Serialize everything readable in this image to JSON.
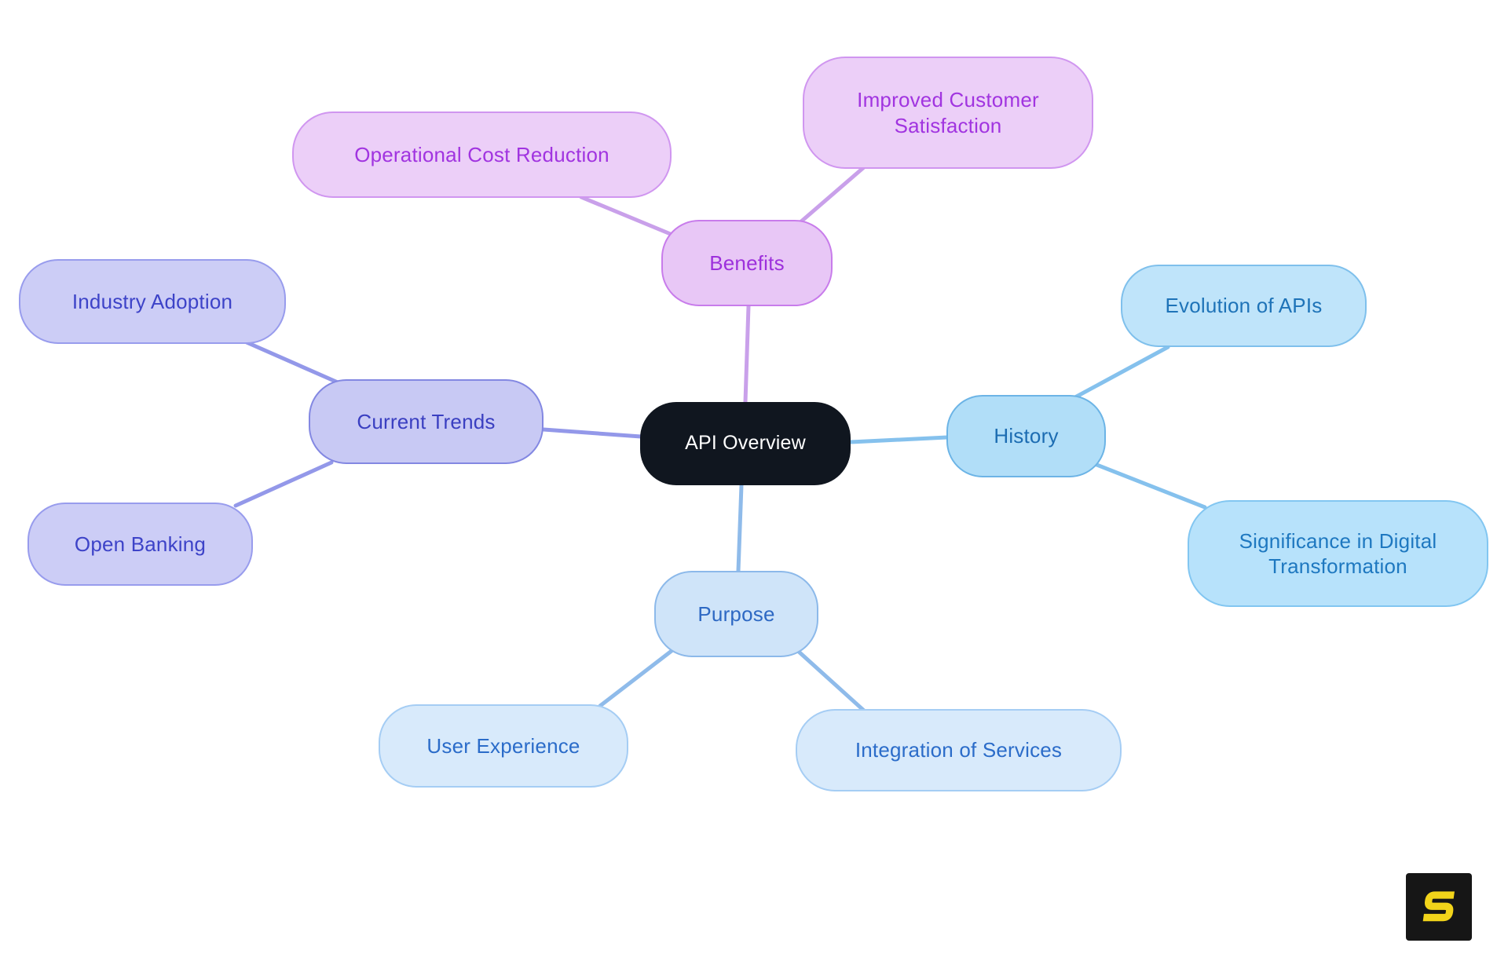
{
  "diagram": {
    "type": "mindmap",
    "background": "#ffffff",
    "center": {
      "label": "API Overview",
      "fill": "#10161f",
      "text_color": "#ffffff"
    },
    "branches": [
      {
        "label": "Benefits",
        "fill": "#e8c7f6",
        "border": "#c87ceb",
        "text_color": "#9d30dc",
        "edge_color": "#c9a0ea",
        "children": [
          {
            "label": "Operational Cost Reduction",
            "fill": "#eccff8",
            "border": "#d096f0",
            "text_color": "#a134e0"
          },
          {
            "label": "Improved Customer Satisfaction",
            "fill": "#eccff8",
            "border": "#d096f0",
            "text_color": "#a134e0"
          }
        ]
      },
      {
        "label": "Current Trends",
        "fill": "#c8c9f4",
        "border": "#8388e2",
        "text_color": "#3a3fc1",
        "edge_color": "#9398e9",
        "children": [
          {
            "label": "Industry Adoption",
            "fill": "#cccdf6",
            "border": "#989ced",
            "text_color": "#3d43c8"
          },
          {
            "label": "Open Banking",
            "fill": "#cccdf6",
            "border": "#989ced",
            "text_color": "#3d43c8"
          }
        ]
      },
      {
        "label": "History",
        "fill": "#b1def8",
        "border": "#6cb4e6",
        "text_color": "#1c6cb2",
        "edge_color": "#85c1ed",
        "children": [
          {
            "label": "Evolution of APIs",
            "fill": "#bfe4fa",
            "border": "#7fc0ec",
            "text_color": "#1e73b8"
          },
          {
            "label": "Significance in Digital Transformation",
            "fill": "#b7e2fb",
            "border": "#82c6f1",
            "text_color": "#1e78c0"
          }
        ]
      },
      {
        "label": "Purpose",
        "fill": "#cfe4f9",
        "border": "#8cb9ea",
        "text_color": "#2d68c3",
        "edge_color": "#8fbbea",
        "children": [
          {
            "label": "User Experience",
            "fill": "#d8eafb",
            "border": "#a5cdf4",
            "text_color": "#2b6cc9"
          },
          {
            "label": "Integration of Services",
            "fill": "#d8eafb",
            "border": "#a5cdf4",
            "text_color": "#2b6cc9"
          }
        ]
      }
    ]
  },
  "logo": {
    "glyph": "angular-s",
    "background": "#161616",
    "glyph_color": "#f2d41a"
  }
}
